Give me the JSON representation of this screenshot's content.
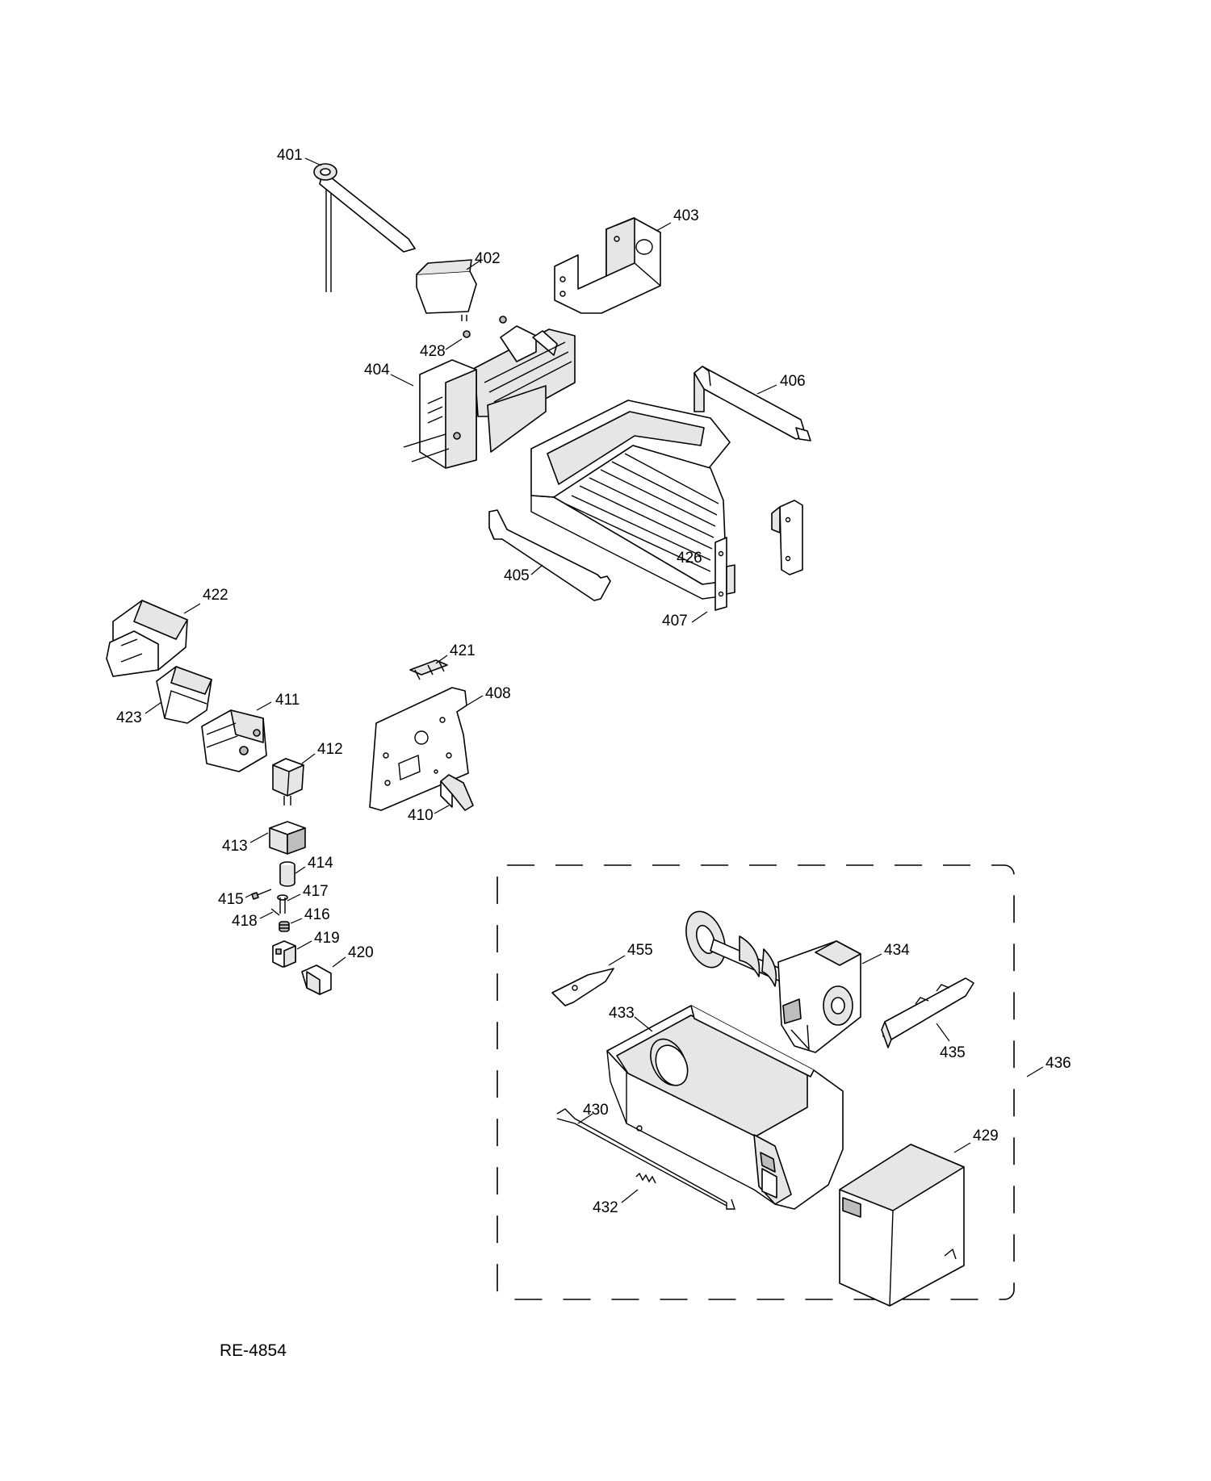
{
  "drawing_ref": "RE-4854",
  "labels": {
    "l401": "401",
    "l402": "402",
    "l403": "403",
    "l404": "404",
    "l405": "405",
    "l406": "406",
    "l407": "407",
    "l408": "408",
    "l410": "410",
    "l411": "411",
    "l412": "412",
    "l413": "413",
    "l414": "414",
    "l415": "415",
    "l416": "416",
    "l417": "417",
    "l418": "418",
    "l419": "419",
    "l420": "420",
    "l421": "421",
    "l422": "422",
    "l423": "423",
    "l426": "426",
    "l428": "428",
    "l429": "429",
    "l430": "430",
    "l432": "432",
    "l433": "433",
    "l434": "434",
    "l435": "435",
    "l436": "436",
    "l455": "455"
  }
}
